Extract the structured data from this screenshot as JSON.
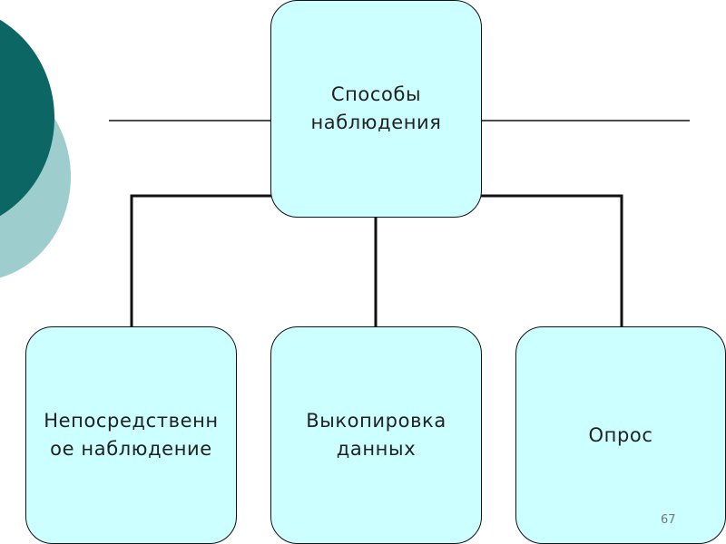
{
  "diagram": {
    "root": {
      "label": "Способы наблюдения"
    },
    "children": [
      {
        "label": "Непосредственн ое наблюдение"
      },
      {
        "label": "Выкопировка данных"
      },
      {
        "label": "Опрос"
      }
    ]
  },
  "slide": {
    "page_number": "67"
  },
  "colors": {
    "box_fill": "#ccffff",
    "box_border": "#111111",
    "connector": "#111111",
    "decor_dark": "#0c6663",
    "decor_light": "#9ecdcd"
  }
}
